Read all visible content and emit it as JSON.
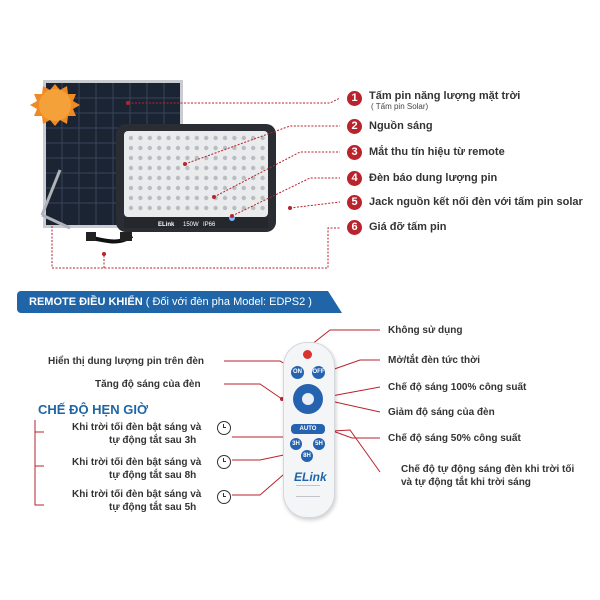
{
  "product_labels": [
    {
      "num": "1",
      "text": "Tấm pin năng lượng mặt trời",
      "sub": "( Tấm pin Solar)"
    },
    {
      "num": "2",
      "text": "Nguồn sáng"
    },
    {
      "num": "3",
      "text": "Mắt thu tín hiệu từ remote"
    },
    {
      "num": "4",
      "text": "Đèn báo dung lượng pin"
    },
    {
      "num": "5",
      "text": "Jack nguồn kết nối đèn với tấm pin solar"
    },
    {
      "num": "6",
      "text": "Giá đỡ tấm pin"
    }
  ],
  "lamp": {
    "brand": "ELink",
    "watt": "150W",
    "ip": "IP66"
  },
  "remote_banner": {
    "title": "REMOTE ĐIỀU KHIỂN",
    "subtitle": "( Đối với đèn pha Model: EDPS2 )"
  },
  "remote_labels_left": [
    "Hiển thị dung lượng pin trên đèn",
    "Tăng độ sáng của đèn"
  ],
  "remote_labels_right": [
    "Không sử dụng",
    "Mở/tắt đèn tức thời",
    "Chế độ sáng 100% công suất",
    "Giảm độ sáng của đèn",
    "Chế độ sáng 50% công suất"
  ],
  "auto_label": [
    "Chế độ tự động sáng đèn khi trời tối",
    "và tự động tắt khi trời sáng"
  ],
  "timer": {
    "heading": "CHẾ ĐỘ HẸN GIỜ",
    "items": [
      [
        "Khi trời tối đèn bật sáng và",
        "tự động tắt sau 3h"
      ],
      [
        "Khi trời tối đèn bật sáng và",
        "tự động tắt sau 8h"
      ],
      [
        "Khi trời tối đèn bật sáng và",
        "tự động tắt sau 5h"
      ]
    ]
  },
  "remote_buttons": {
    "on": "ON",
    "off": "OFF",
    "auto": "AUTO",
    "h3": "3H",
    "h5": "5H",
    "h8": "8H"
  },
  "remote_brand": "ELink",
  "colors": {
    "accent_red": "#b8232c",
    "banner_blue": "#1f65a8",
    "remote_blue": "#2563b0",
    "sun_orange": "#f08a24"
  }
}
